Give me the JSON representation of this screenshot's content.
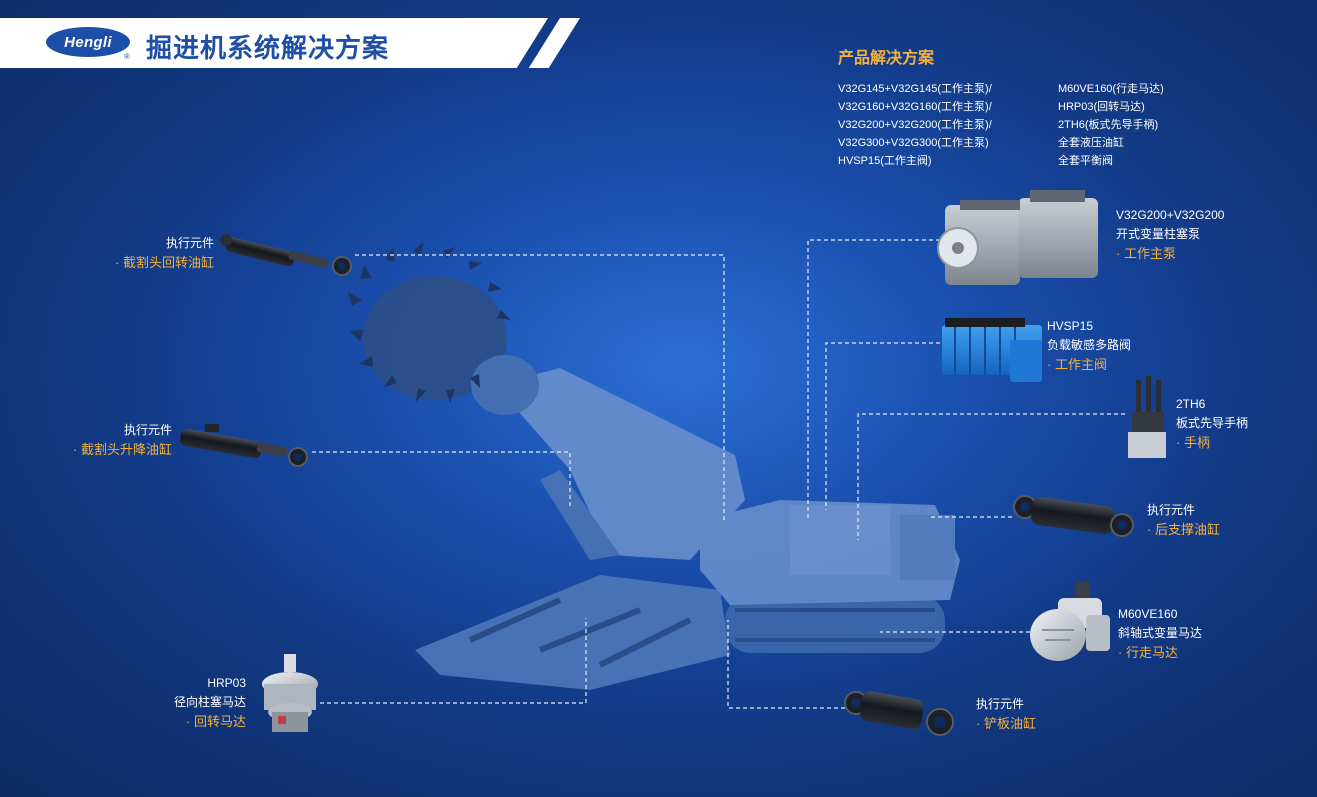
{
  "header": {
    "logo_text": "Hengli",
    "logo_reg": "®",
    "title": "掘进机系统解决方案"
  },
  "solution": {
    "title": "产品解决方案",
    "left_items": [
      "V32G145+V32G145(工作主泵)/",
      "V32G160+V32G160(工作主泵)/",
      "V32G200+V32G200(工作主泵)/",
      "V32G300+V32G300(工作主泵)",
      "HVSP15(工作主阀)"
    ],
    "right_items": [
      "M60VE160(行走马达)",
      "HRP03(回转马达)",
      "2TH6(板式先导手柄)",
      "全套液压油缸",
      "全套平衡阀"
    ]
  },
  "callouts": {
    "cutter_rotation_cylinder": {
      "line1": "执行元件",
      "role": "· 截割头回转油缸"
    },
    "cutter_lift_cylinder": {
      "line1": "执行元件",
      "role": "· 截割头升降油缸"
    },
    "slewing_motor": {
      "line1": "HRP03",
      "line2": "径向柱塞马达",
      "role": "· 回转马达"
    },
    "main_pump": {
      "line1": "V32G200+V32G200",
      "line2": "开式变量柱塞泵",
      "role": "· 工作主泵"
    },
    "main_valve": {
      "line1": "HVSP15",
      "line2": "负载敏感多路阀",
      "role": "· 工作主阀"
    },
    "pilot_handle": {
      "line1": "2TH6",
      "line2": "板式先导手柄",
      "role": "· 手柄"
    },
    "rear_support_cylinder": {
      "line1": "执行元件",
      "role": "· 后支撑油缸"
    },
    "travel_motor": {
      "line1": "M60VE160",
      "line2": "斜轴式变量马达",
      "role": "· 行走马达"
    },
    "shovel_cylinder": {
      "line1": "执行元件",
      "role": "· 铲板油缸"
    }
  },
  "colors": {
    "accent": "#f4b23c",
    "brand": "#1e4fa8",
    "background": "#123a86",
    "machine": "#5d86c4"
  }
}
